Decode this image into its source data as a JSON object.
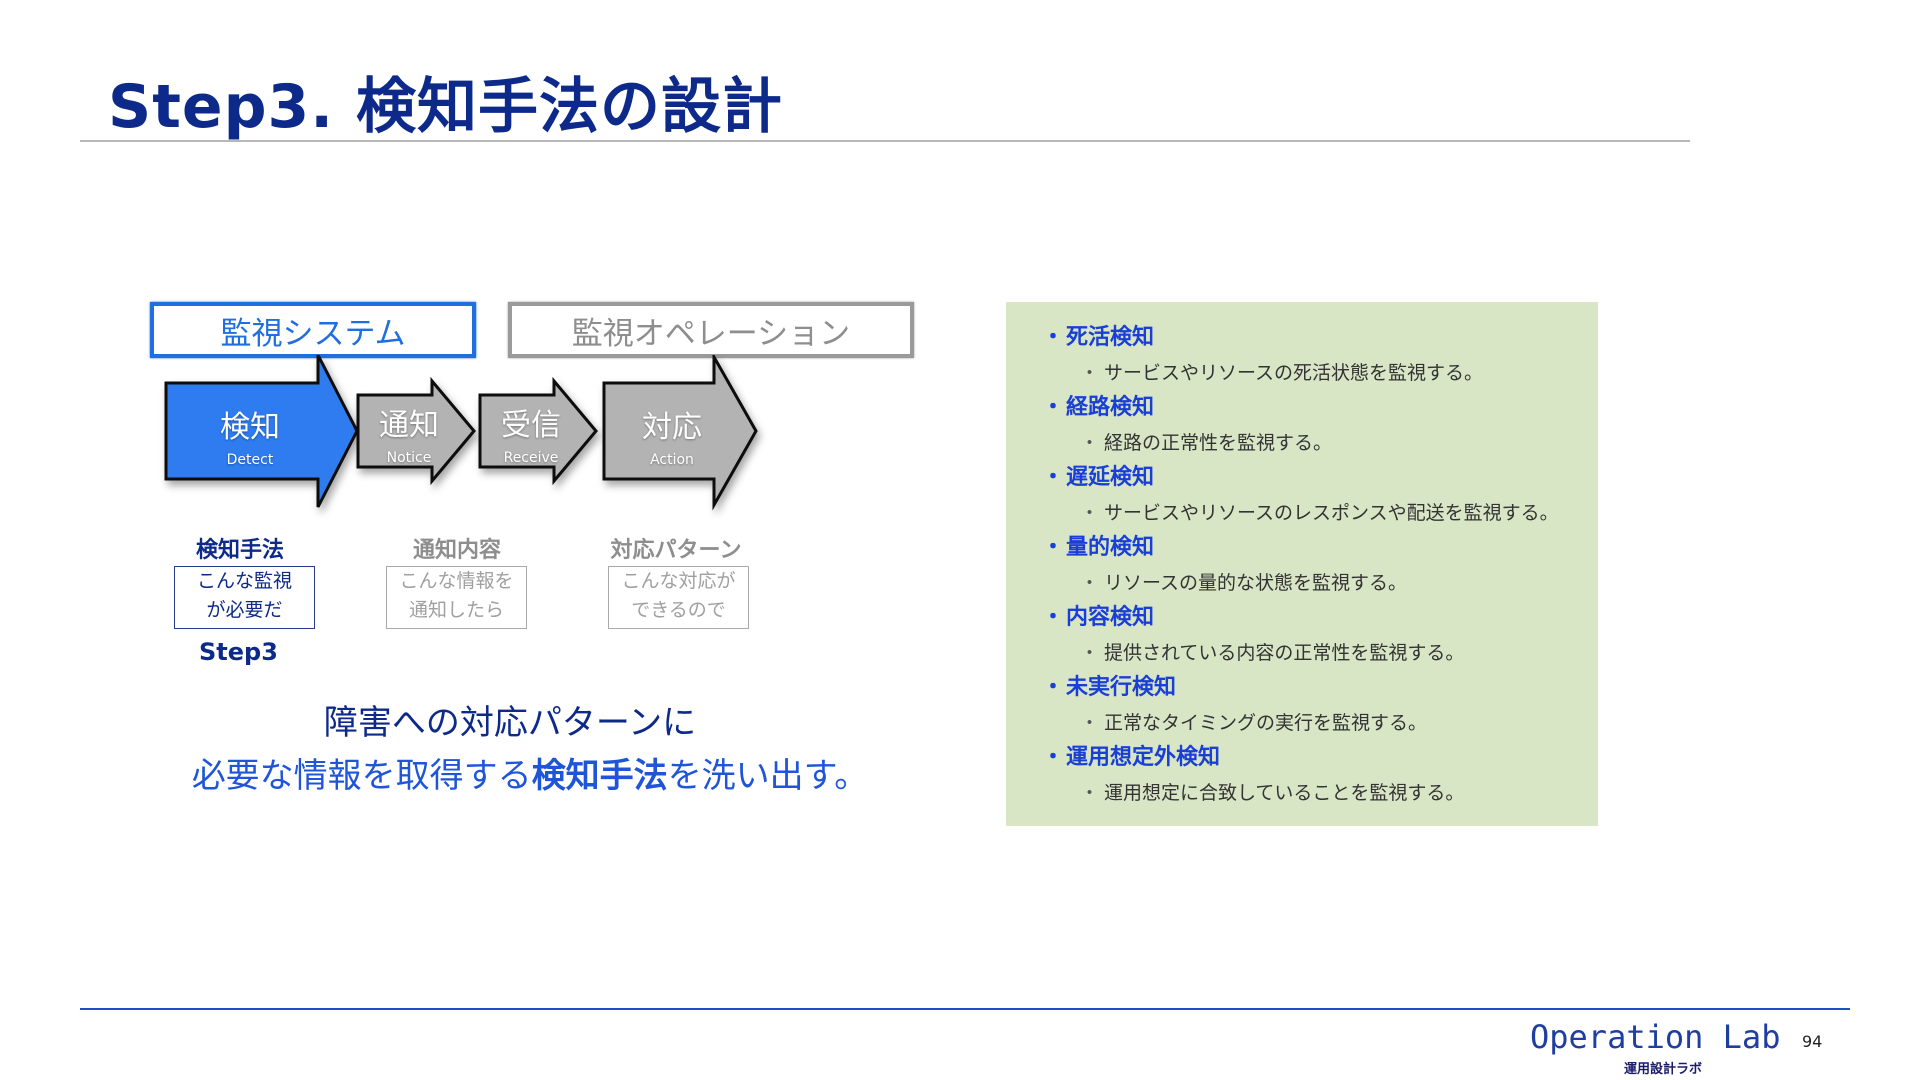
{
  "title": "Step3. 検知手法の設計",
  "frames": {
    "system": "監視システム",
    "operation": "監視オペレーション"
  },
  "arrows": [
    {
      "jp": "検知",
      "en": "Detect"
    },
    {
      "jp": "通知",
      "en": "Notice"
    },
    {
      "jp": "受信",
      "en": "Receive"
    },
    {
      "jp": "対応",
      "en": "Action"
    }
  ],
  "columns": [
    {
      "heading": "検知手法",
      "box": "こんな監視\nが必要だ"
    },
    {
      "heading": "通知内容",
      "box": "こんな情報を\n通知したら"
    },
    {
      "heading": "対応パターン",
      "box": "こんな対応が\nできるので"
    }
  ],
  "step_label": "Step3",
  "caption": {
    "line1": "障害への対応パターンに",
    "line2_before": "必要な情報を取得する",
    "line2_highlight": "検知手法",
    "line2_after": "を洗い出す。"
  },
  "list": {
    "bullet": "・",
    "items": [
      {
        "title": "死活検知",
        "desc": "サービスやリソースの死活状態を監視する。"
      },
      {
        "title": "経路検知",
        "desc": "経路の正常性を監視する。"
      },
      {
        "title": "遅延検知",
        "desc": "サービスやリソースのレスポンスや配送を監視する。"
      },
      {
        "title": "量的検知",
        "desc": "リソースの量的な状態を監視する。"
      },
      {
        "title": "内容検知",
        "desc": "提供されている内容の正常性を監視する。"
      },
      {
        "title": "未実行検知",
        "desc": "正常なタイミングの実行を監視する。"
      },
      {
        "title": "運用想定外検知",
        "desc": "運用想定に合致していることを監視する。"
      }
    ]
  },
  "footer": {
    "logo": "Operation Lab",
    "sub": "運用設計ラボ",
    "page": "94"
  },
  "colors": {
    "title": "#0d2a8a",
    "accent_blue": "#1f6fe0",
    "arrow_gray": "#b3b3b3",
    "panel_bg": "#d9e6c6",
    "list_title": "#1a3fd6"
  }
}
